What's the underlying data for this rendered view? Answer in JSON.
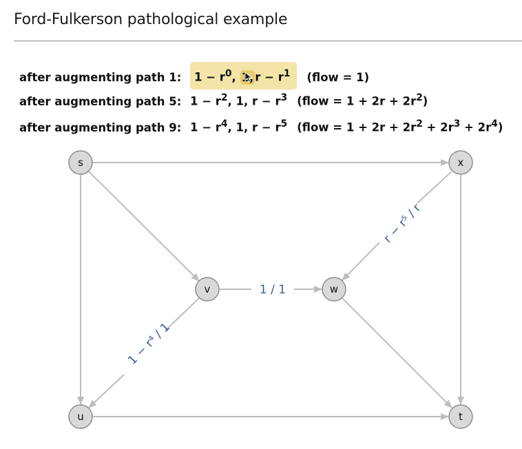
{
  "title": "Ford-Fulkerson pathological example",
  "steps": [
    {
      "lead": "after augmenting path 1:",
      "t1": "1 − r",
      "t1_sup": "0",
      "t2": "1,",
      "t3": "r − r",
      "t3_sup": "1",
      "flow": "(flow = 1)"
    },
    {
      "lead": "after augmenting path 5:",
      "t1": "1 − r",
      "t1_sup": "2",
      "t2": "1,",
      "t3": "r − r",
      "t3_sup": "3",
      "flow_a": "(flow = 1 + 2r + 2r",
      "flow_a_sup": "2",
      "flow_end": ")"
    },
    {
      "lead": "after augmenting path 9:",
      "t1": "1 − r",
      "t1_sup": "4",
      "t2": "1,",
      "t3": "r − r",
      "t3_sup": "5",
      "flow_a": "(flow = 1 + 2r + 2r",
      "flow_a_sup": "2",
      "flow_b": " + 2r",
      "flow_b_sup": "3",
      "flow_c": " + 2r",
      "flow_c_sup": "4",
      "flow_end": ")"
    }
  ],
  "nodes": {
    "s": "s",
    "x": "x",
    "v": "v",
    "w": "w",
    "u": "u",
    "t": "t"
  },
  "edge_labels": {
    "vw": "1 / 1",
    "vu": "1 − r⁴ / 1",
    "xw": "r − r⁵ / r"
  },
  "colors": {
    "highlight": "#f3e4a8",
    "highlight_active": "#e9cc6c",
    "edge": "#bdbdbd",
    "edge_label": "#3a5a9c",
    "node_fill": "#d9d9d9"
  }
}
